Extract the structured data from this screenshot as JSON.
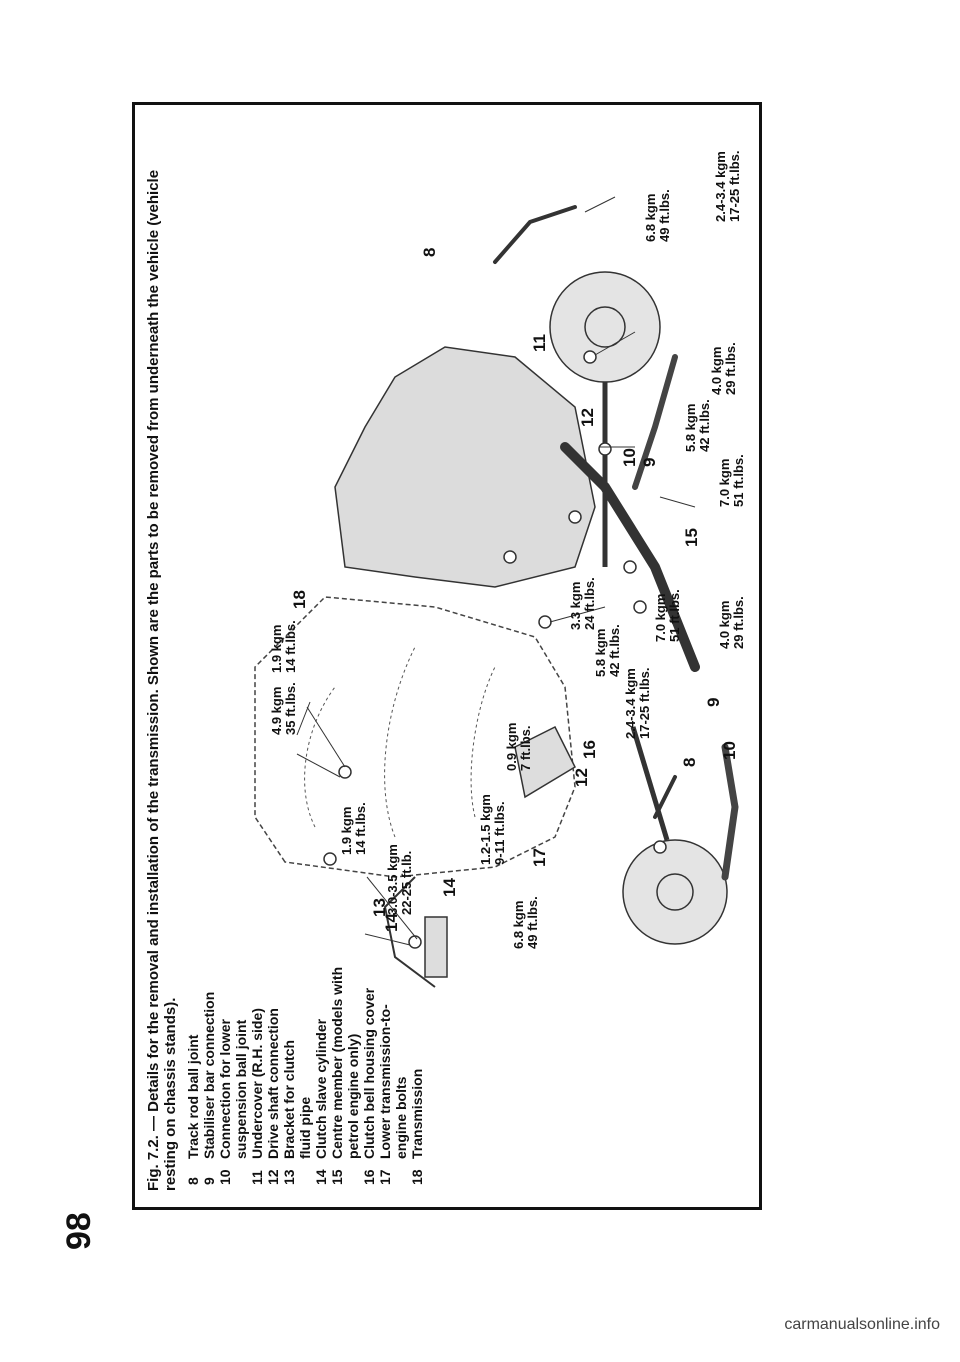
{
  "page_number": "98",
  "caption": "Fig. 7.2. — Details for the removal and installation of the transmission. Shown are the parts to be removed from underneath the vehicle (vehicle resting on chassis stands).",
  "legend": [
    {
      "num": "8",
      "text": "Track rod ball joint"
    },
    {
      "num": "9",
      "text": "Stabiliser bar connection"
    },
    {
      "num": "10",
      "text": "Connection for lower"
    },
    {
      "num": "",
      "text": "suspension ball joint"
    },
    {
      "num": "11",
      "text": "Undercover (R.H. side)"
    },
    {
      "num": "12",
      "text": "Drive shaft connection"
    },
    {
      "num": "13",
      "text": "Bracket for clutch"
    },
    {
      "num": "",
      "text": "fluid pipe"
    },
    {
      "num": "14",
      "text": "Clutch slave cylinder"
    },
    {
      "num": "15",
      "text": "Centre member (models with"
    },
    {
      "num": "",
      "text": "petrol engine only)"
    },
    {
      "num": "16",
      "text": "Clutch bell housing cover"
    },
    {
      "num": "17",
      "text": "Lower transmission-to-"
    },
    {
      "num": "",
      "text": "engine bolts"
    },
    {
      "num": "18",
      "text": "Transmission"
    }
  ],
  "torques": {
    "t01": [
      "4.9 kgm",
      "35 ft.lbs."
    ],
    "t02": [
      "1.9 kgm",
      "14 ft.lbs."
    ],
    "t03": [
      "1.9 kgm",
      "14 ft.lbs."
    ],
    "t04": [
      "3.0-3.5 kgm",
      "22-25 ft.lb."
    ],
    "t05": [
      "1.2-1.5 kgm",
      "9-11 ft.lbs."
    ],
    "t06": [
      "0.9 kgm",
      "7 ft.lbs."
    ],
    "t07": [
      "6.8 kgm",
      "49 ft.lbs."
    ],
    "t08": [
      "2.4-3.4 kgm",
      "17-25 ft.lbs."
    ],
    "t09": [
      "3.3 kgm",
      "24 ft.lbs."
    ],
    "t10": [
      "5.8 kgm",
      "42 ft.lbs."
    ],
    "t11": [
      "7.0 kgm",
      "51 ft.lbs."
    ],
    "t12": [
      "4.0 kgm",
      "29 ft.lbs."
    ],
    "t13": [
      "6.8 kgm",
      "49 ft.lbs."
    ],
    "t14": [
      "2.4-3.4 kgm",
      "17-25 ft.lbs."
    ],
    "t15": [
      "4.0 kgm",
      "29 ft.lbs."
    ],
    "t16": [
      "5.8 kgm",
      "42 ft.lbs."
    ],
    "t17": [
      "7.0 kgm",
      "51 ft.lbs."
    ]
  },
  "callouts": {
    "c8a": "8",
    "c8b": "8",
    "c9a": "9",
    "c9b": "9",
    "c10a": "10",
    "c10b": "10",
    "c11": "11",
    "c12a": "12",
    "c12b": "12",
    "c13": "13",
    "c14a": "14",
    "c14b": "14",
    "c15": "15",
    "c16": "16",
    "c17": "17",
    "c18": "18"
  },
  "footer": "carmanualsonline.info"
}
